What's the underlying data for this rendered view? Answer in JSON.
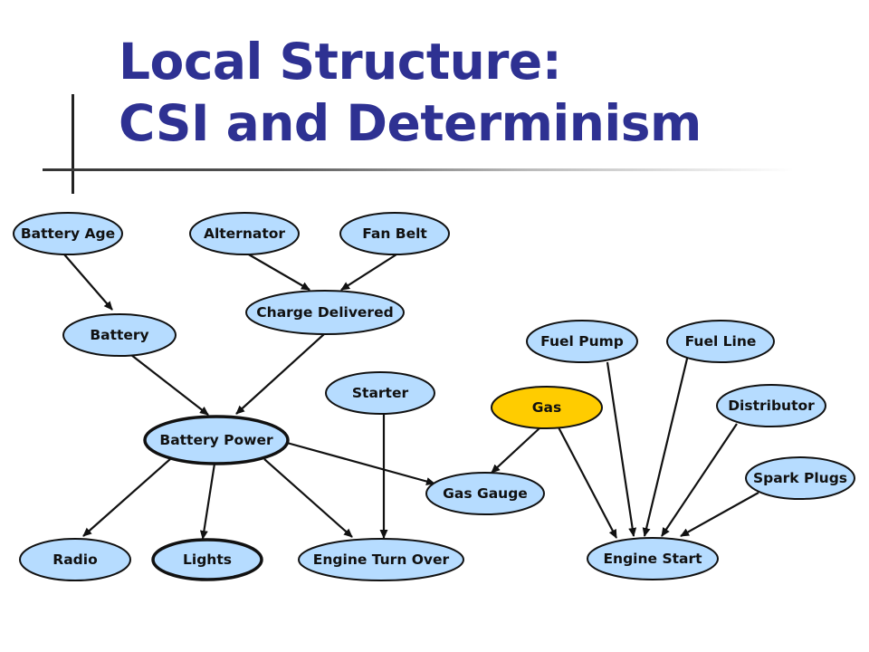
{
  "title": {
    "line1": "Local Structure:",
    "line2": "CSI and Determinism"
  },
  "colors": {
    "title": "#2e3192",
    "node_fill": "#b6dcff",
    "node_highlight": "#ffcc00",
    "node_stroke": "#111111",
    "edge": "#111111"
  },
  "nodes": {
    "battery_age": "Battery Age",
    "alternator": "Alternator",
    "fan_belt": "Fan Belt",
    "charge_delivered": "Charge Delivered",
    "battery": "Battery",
    "fuel_pump": "Fuel Pump",
    "fuel_line": "Fuel Line",
    "starter": "Starter",
    "gas": "Gas",
    "distributor": "Distributor",
    "battery_power": "Battery Power",
    "spark_plugs": "Spark Plugs",
    "gas_gauge": "Gas Gauge",
    "radio": "Radio",
    "lights": "Lights",
    "engine_turn_over": "Engine Turn Over",
    "engine_start": "Engine Start"
  },
  "edges": [
    [
      "battery_age",
      "battery"
    ],
    [
      "alternator",
      "charge_delivered"
    ],
    [
      "fan_belt",
      "charge_delivered"
    ],
    [
      "battery",
      "battery_power"
    ],
    [
      "charge_delivered",
      "battery_power"
    ],
    [
      "battery_power",
      "radio"
    ],
    [
      "battery_power",
      "lights"
    ],
    [
      "battery_power",
      "engine_turn_over"
    ],
    [
      "battery_power",
      "gas_gauge"
    ],
    [
      "starter",
      "engine_turn_over"
    ],
    [
      "gas",
      "gas_gauge"
    ],
    [
      "gas",
      "engine_start"
    ],
    [
      "fuel_pump",
      "engine_start"
    ],
    [
      "fuel_line",
      "engine_start"
    ],
    [
      "distributor",
      "engine_start"
    ],
    [
      "spark_plugs",
      "engine_start"
    ]
  ]
}
